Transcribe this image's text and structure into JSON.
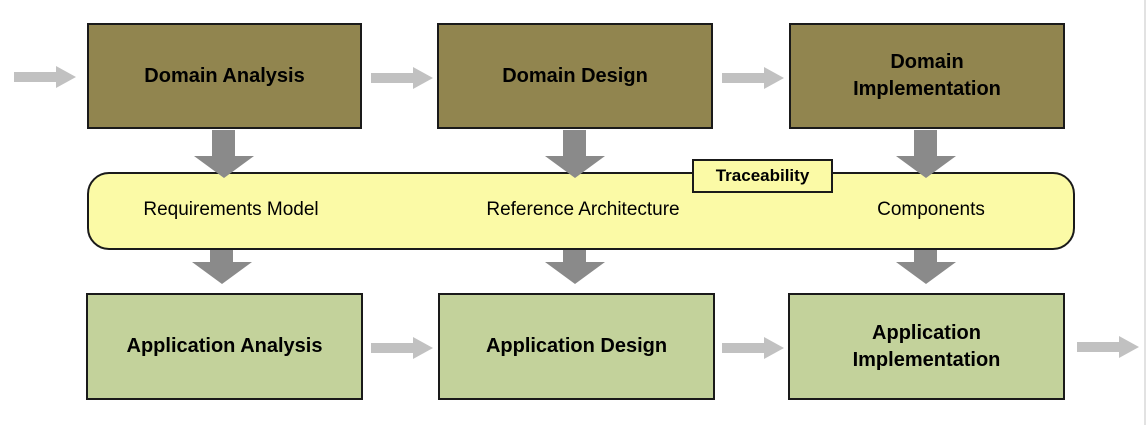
{
  "diagram": {
    "title_hint": "Domain and Application Engineering process flow",
    "domain_row": {
      "items": [
        {
          "label": "Domain Analysis"
        },
        {
          "label": "Domain Design"
        },
        {
          "label": "Domain Implementation"
        }
      ]
    },
    "artifact_band": {
      "tag": "Traceability",
      "items": [
        {
          "label": "Requirements Model"
        },
        {
          "label": "Reference Architecture"
        },
        {
          "label": "Components"
        }
      ]
    },
    "application_row": {
      "items": [
        {
          "label": "Application Analysis"
        },
        {
          "label": "Application Design"
        },
        {
          "label": "Application Implementation"
        }
      ]
    }
  },
  "colors": {
    "domain_box_fill": "#91854F",
    "application_box_fill": "#C3D29B",
    "band_fill": "#FBFAA6",
    "box_border": "#1a1a1a",
    "horizontal_arrow": "#C1C1C1",
    "vertical_arrow": "#8A8A8A"
  }
}
